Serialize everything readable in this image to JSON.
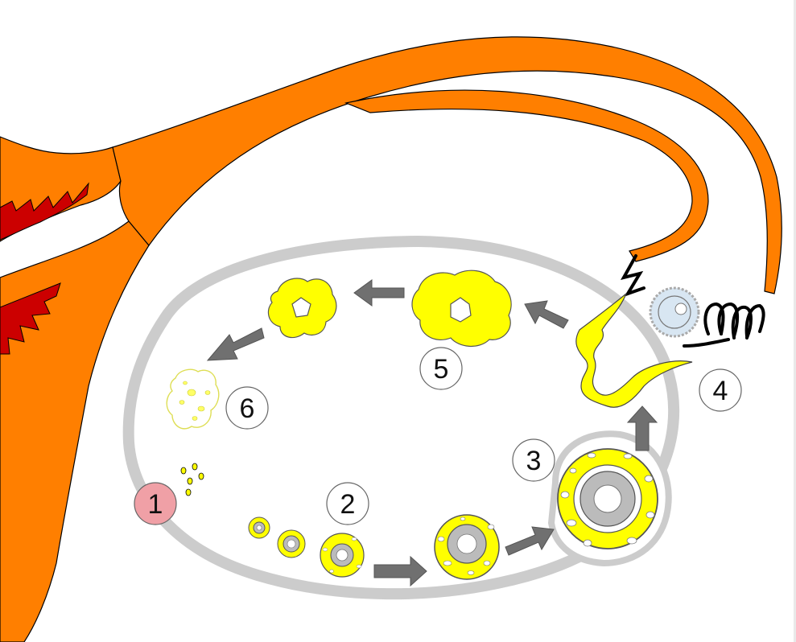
{
  "stages": [
    {
      "label": "1",
      "fill": "#f0a0a6"
    },
    {
      "label": "2",
      "fill": "#ffffff"
    },
    {
      "label": "3",
      "fill": "#ffffff"
    },
    {
      "label": "4",
      "fill": "#ffffff"
    },
    {
      "label": "5",
      "fill": "#ffffff"
    },
    {
      "label": "6",
      "fill": "#ffffff"
    }
  ],
  "colors": {
    "uterus": "#ff7f00",
    "endometrium": "#cc0000",
    "ovary_outline": "#cccccc",
    "follicle": "#ffff00",
    "oocyte": "#bbbbbb",
    "arrow": "#707070",
    "fimbriae": "#000000",
    "egg": "#d8e6f2"
  }
}
